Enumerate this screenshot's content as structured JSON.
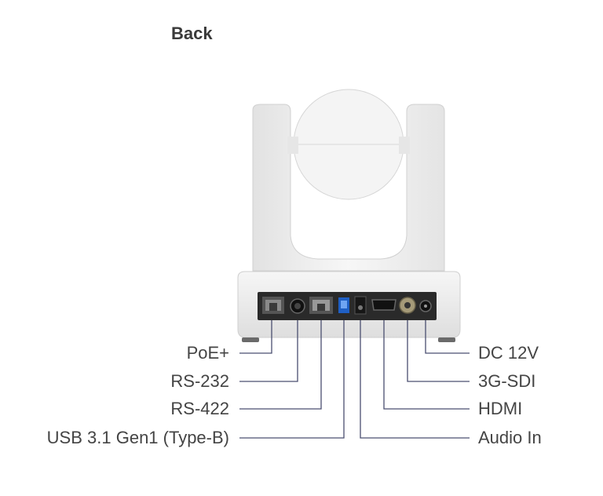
{
  "title": "Back",
  "left_labels": [
    "PoE+",
    "RS-232",
    "RS-422",
    "USB 3.1 Gen1 (Type-B)"
  ],
  "right_labels": [
    "DC 12V",
    "3G-SDI",
    "HDMI",
    "Audio In"
  ],
  "colors": {
    "line": "#4a4f70",
    "body": "#f1f1f1",
    "shade": "#dcdcdc",
    "panel": "#2a2a2a",
    "usb": "#2a6fd6"
  },
  "icons": [
    "camera-rear-illustration",
    "ethernet-port-icon",
    "rs232-port-icon",
    "rs422-port-icon",
    "usb-b-port-icon",
    "audio-jack-icon",
    "hdmi-port-icon",
    "bnc-port-icon",
    "dc-jack-icon"
  ]
}
